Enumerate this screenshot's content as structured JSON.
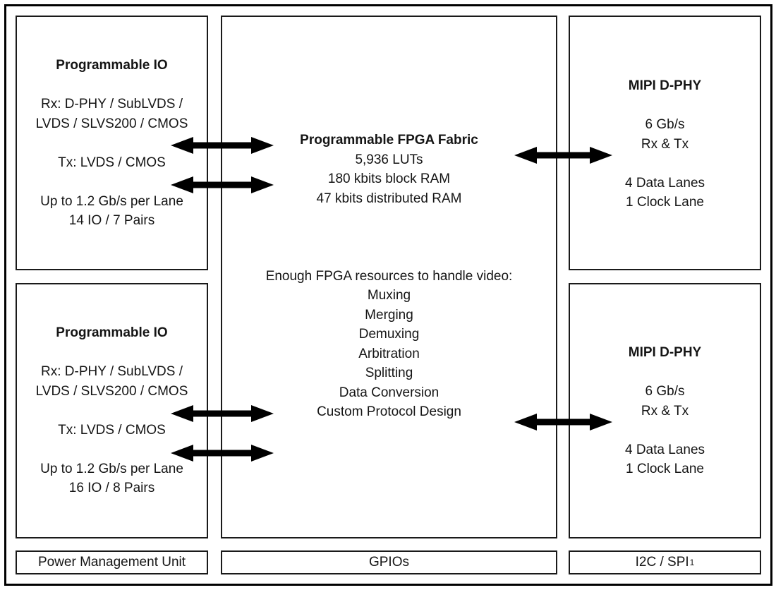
{
  "io_top": {
    "title": "Programmable IO",
    "rx_line1": "Rx: D-PHY / SubLVDS /",
    "rx_line2": "LVDS / SLVS200 / CMOS",
    "tx_line": "Tx: LVDS / CMOS",
    "speed_line": "Up to 1.2 Gb/s per Lane",
    "pairs_line": "14 IO / 7 Pairs"
  },
  "io_bottom": {
    "title": "Programmable IO",
    "rx_line1": "Rx: D-PHY / SubLVDS /",
    "rx_line2": "LVDS / SLVS200 / CMOS",
    "tx_line": "Tx: LVDS / CMOS",
    "speed_line": "Up to 1.2 Gb/s per Lane",
    "pairs_line": "16 IO / 8 Pairs"
  },
  "fabric": {
    "title": "Programmable FPGA Fabric",
    "luts": "5,936 LUTs",
    "block_ram": "180 kbits block RAM",
    "dist_ram": "47 kbits distributed RAM",
    "resources_heading": "Enough FPGA resources to handle video:",
    "capabilities": [
      "Muxing",
      "Merging",
      "Demuxing",
      "Arbitration",
      "Splitting",
      "Data Conversion",
      "Custom Protocol Design"
    ]
  },
  "dphy_top": {
    "title": "MIPI D-PHY",
    "rate": "6 Gb/s",
    "rx_tx": "Rx & Tx",
    "data_lanes": "4 Data Lanes",
    "clock_lane": "1 Clock Lane"
  },
  "dphy_bottom": {
    "title": "MIPI D-PHY",
    "rate": "6 Gb/s",
    "rx_tx": "Rx & Tx",
    "data_lanes": "4 Data Lanes",
    "clock_lane": "1 Clock Lane"
  },
  "footer": {
    "pmu": "Power Management Unit",
    "gpios": "GPIOs",
    "i2c_spi": "I2C / SPI",
    "i2c_spi_superscript": "1"
  },
  "icons": {
    "bidirectional_arrow": "double-headed-horizontal-arrow"
  },
  "colors": {
    "background": "#ffffff",
    "border": "#000000",
    "text": "#151515",
    "arrow": "#000000"
  }
}
